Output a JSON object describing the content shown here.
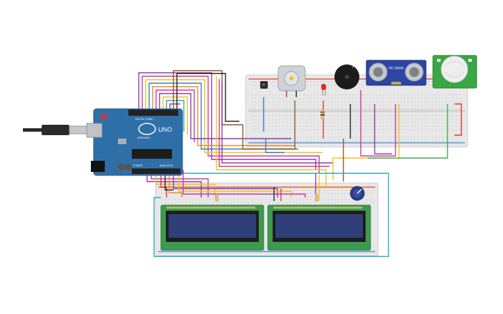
{
  "arduino": {
    "logo_text": "UNO",
    "brand_text": "ARDUINO",
    "power_label": "POWER",
    "analog_label": "ANALOG IN",
    "digital_label": "DIGITAL (PWM~)"
  },
  "ultrasonic": {
    "model_text": "HC-SR04"
  },
  "colors": {
    "breadboard": "#e8e8e8",
    "arduino_board": "#2f6fa7",
    "lcd_screen": "#2f3f7a",
    "lcd_pcb": "#3e9a4e",
    "pir_pcb": "#38a744",
    "sensor_pcb": "#2b46a3",
    "wire_red": "#e0332b",
    "wire_blue": "#2d7fd0",
    "wire_green": "#3bae4a",
    "wire_yellow": "#f0c419",
    "wire_orange": "#f08c1e",
    "wire_purple": "#8e3aa8",
    "wire_magenta": "#c8399b",
    "wire_brown": "#8b5a2b",
    "wire_black": "#222222",
    "wire_cyan": "#2aa7c6"
  },
  "icons": [
    "usb-cable-icon",
    "dc-motor-icon",
    "piezo-buzzer-icon",
    "potentiometer-icon",
    "led-icon",
    "temperature-sensor-icon"
  ]
}
